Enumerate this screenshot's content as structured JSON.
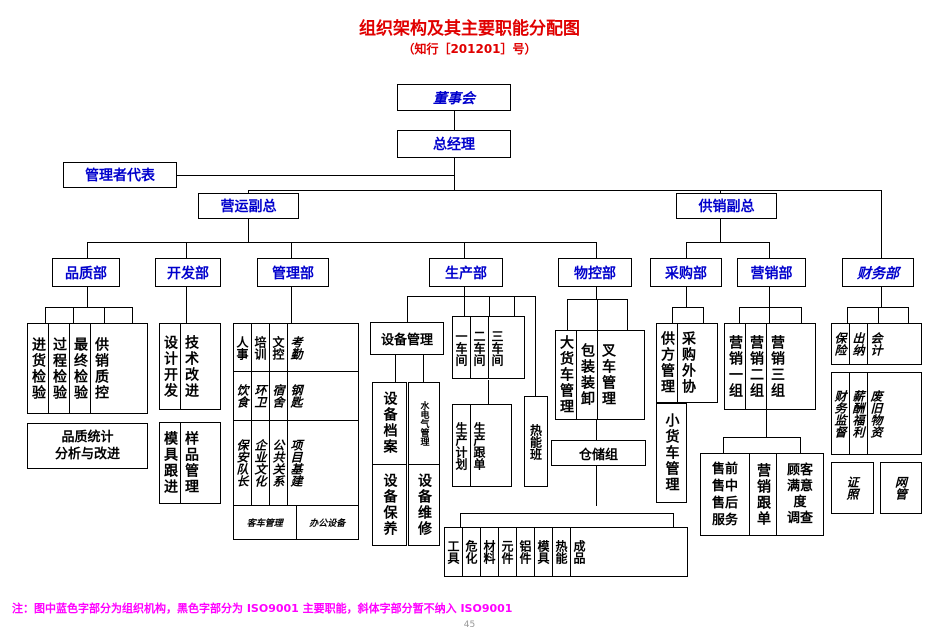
{
  "title": "组织架构及其主要职能分配图",
  "subtitle": "（知行［201201］号）",
  "board": "董事会",
  "gm": "总经理",
  "rep": "管理者代表",
  "vp_ops": "营运副总",
  "vp_supply": "供销副总",
  "depts": {
    "quality": "品质部",
    "dev": "开发部",
    "mgmt": "管理部",
    "prod": "生产部",
    "material": "物控部",
    "purchase": "采购部",
    "sales": "营销部",
    "finance": "财务部"
  },
  "quality": {
    "items": [
      "进货检验",
      "过程检验",
      "最终检验",
      "供销质控"
    ],
    "stats": "品质统计\n分析与改进"
  },
  "dev": {
    "items": [
      "设计开发",
      "技术改进"
    ],
    "items2": [
      "模具跟进",
      "样品管理"
    ]
  },
  "mgmt": {
    "row1": [
      "人事",
      "培训",
      "文控",
      "考勤"
    ],
    "row2": [
      "饮食",
      "环卫",
      "宿舍",
      "钢匙"
    ],
    "row3": [
      "保安队长",
      "企业文化",
      "公共关系",
      "项目基建"
    ],
    "row4": [
      "客车管理",
      "办公设备"
    ]
  },
  "prod": {
    "equip": "设备管理",
    "equip_items": [
      "设备档案",
      "设备保养"
    ],
    "equip_small": "水电气管理",
    "equip_repair": "设备维修",
    "workshops": [
      "一车间",
      "二车间",
      "三车间"
    ],
    "plan": [
      "生产计划",
      "生产跟单"
    ],
    "heat": "热能班"
  },
  "material": {
    "items": [
      "大货车管理",
      "包装装卸",
      "叉车管理"
    ],
    "warehouse": "仓储组",
    "stores": [
      "工具",
      "危化",
      "材料",
      "元件",
      "铝件",
      "模具",
      "热能",
      "成品"
    ]
  },
  "purchase": {
    "items": [
      "供方管理",
      "采购外协"
    ],
    "truck": "小货车管理"
  },
  "sales": {
    "items": [
      "营销一组",
      "营销二组",
      "营销三组"
    ],
    "after": "售前\n售中\n售后\n服务",
    "follow": "营销跟单",
    "survey": "顾客\n满意\n度\n调查"
  },
  "finance": {
    "row1": [
      "保险",
      "出纳",
      "会计"
    ],
    "row2": [
      "财务监督",
      "薪酬福利",
      "废旧物资"
    ],
    "row3": [
      "证照",
      "网管"
    ]
  },
  "note": "注：图中蓝色字部分为组织机构，黑色字部分为 ISO9001 主要职能，斜体字部分暂不纳入 ISO9001",
  "page_number": "45"
}
